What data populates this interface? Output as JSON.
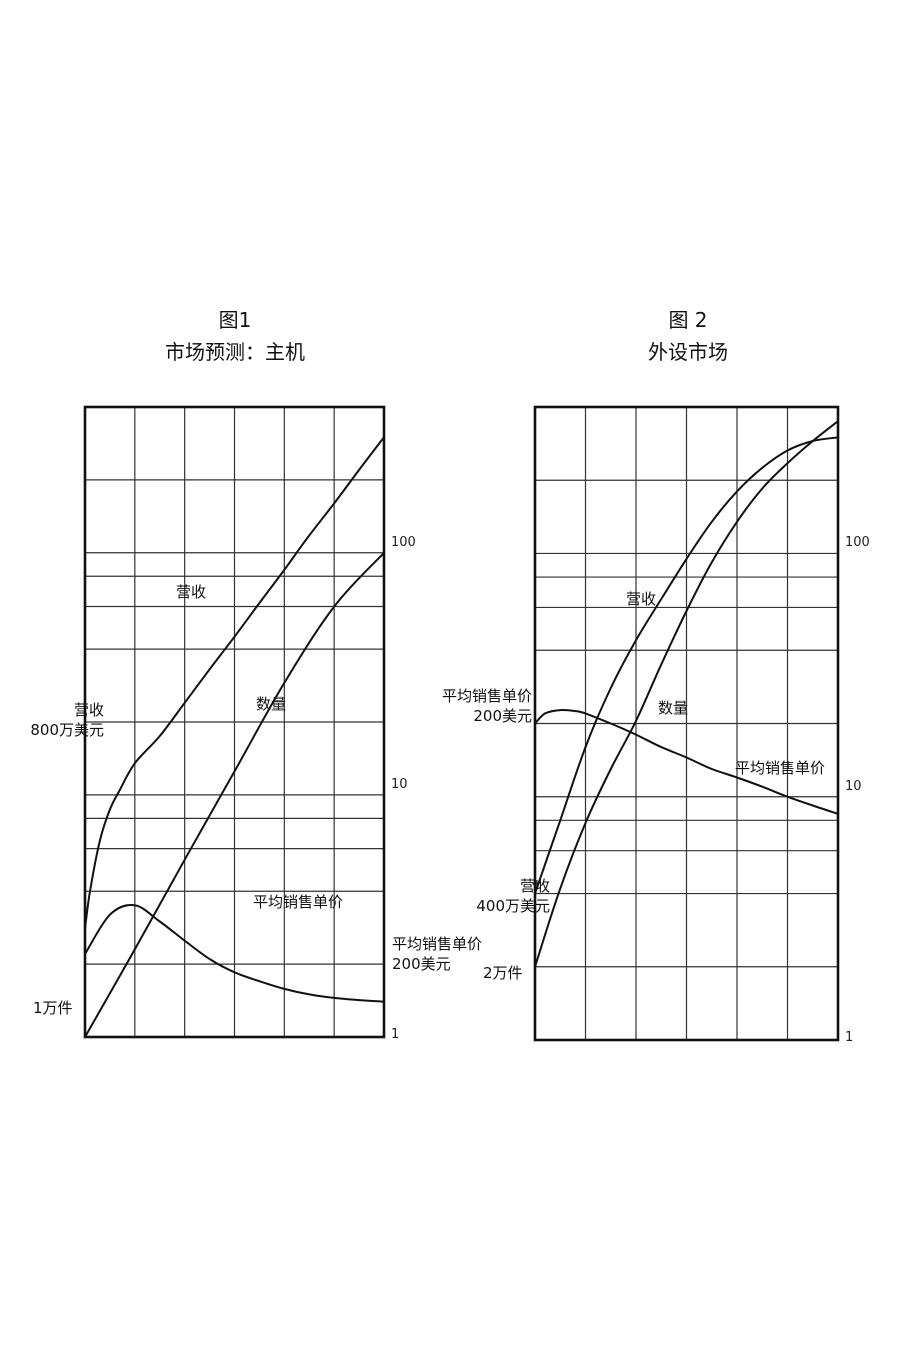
{
  "chart_data": [
    {
      "type": "line",
      "title": "图1",
      "subtitle": "市场预测：主机",
      "y_scale": "log",
      "ylim": [
        1,
        400
      ],
      "y_ticks": [
        1,
        10,
        100
      ],
      "x_intervals": 6,
      "grid": true,
      "series": [
        {
          "name": "营收",
          "start_label": [
            "营收",
            "800万美元"
          ],
          "x": [
            0,
            0.1,
            0.3,
            0.5,
            0.7,
            1.0,
            1.5,
            2.0,
            2.5,
            3.0,
            3.5,
            4.0,
            4.5,
            5.0,
            5.5,
            6.0
          ],
          "y": [
            2.8,
            4.0,
            6.5,
            8.7,
            10.5,
            13.5,
            17.5,
            24,
            33,
            45,
            62,
            85,
            118,
            160,
            220,
            300
          ]
        },
        {
          "name": "数量",
          "start_label": [
            "1万件"
          ],
          "x": [
            0,
            1,
            2,
            3,
            4,
            5,
            6
          ],
          "y": [
            1,
            2.3,
            5.4,
            12.5,
            29,
            60,
            100
          ]
        },
        {
          "name": "平均销售单价",
          "end_label": [
            "平均销售单价",
            "200美元"
          ],
          "x": [
            0,
            0.5,
            1.0,
            1.5,
            2.0,
            2.5,
            3.0,
            3.5,
            4.0,
            4.5,
            5.0,
            5.5,
            6.0
          ],
          "y": [
            2.2,
            3.2,
            3.5,
            3.0,
            2.5,
            2.1,
            1.85,
            1.7,
            1.58,
            1.5,
            1.45,
            1.42,
            1.4
          ]
        }
      ]
    },
    {
      "type": "line",
      "title": "图 2",
      "subtitle": "外设市场",
      "y_scale": "log",
      "ylim": [
        1,
        400
      ],
      "y_ticks": [
        1,
        10,
        100
      ],
      "x_intervals": 6,
      "grid": true,
      "series": [
        {
          "name": "营收",
          "start_label": [
            "营收",
            "400万美元"
          ],
          "x": [
            0,
            0.5,
            1.0,
            1.5,
            2.0,
            2.5,
            3.0,
            3.5,
            4.0,
            4.5,
            5.0,
            5.5,
            6.0
          ],
          "y": [
            4,
            8,
            16,
            28,
            44,
            65,
            95,
            135,
            180,
            225,
            265,
            290,
            300
          ]
        },
        {
          "name": "数量",
          "start_label": [
            "2万件"
          ],
          "x": [
            0,
            0.5,
            1.0,
            1.5,
            2.0,
            2.5,
            3.0,
            3.5,
            4.0,
            4.5,
            5.0,
            5.5,
            6.0
          ],
          "y": [
            2,
            4.2,
            7.8,
            13,
            20.5,
            35,
            58,
            92,
            135,
            185,
            235,
            290,
            350
          ]
        },
        {
          "name": "平均销售单价",
          "start_label": [
            "平均销售单价",
            "200美元"
          ],
          "x": [
            0,
            0.2,
            0.5,
            0.8,
            1.0,
            1.5,
            2.0,
            2.5,
            3.0,
            3.5,
            4.0,
            4.5,
            5.0,
            5.5,
            6.0
          ],
          "y": [
            20,
            22,
            22.7,
            22.5,
            22,
            20,
            18,
            16,
            14.5,
            13,
            12,
            11,
            10,
            9.2,
            8.5
          ]
        }
      ]
    }
  ]
}
